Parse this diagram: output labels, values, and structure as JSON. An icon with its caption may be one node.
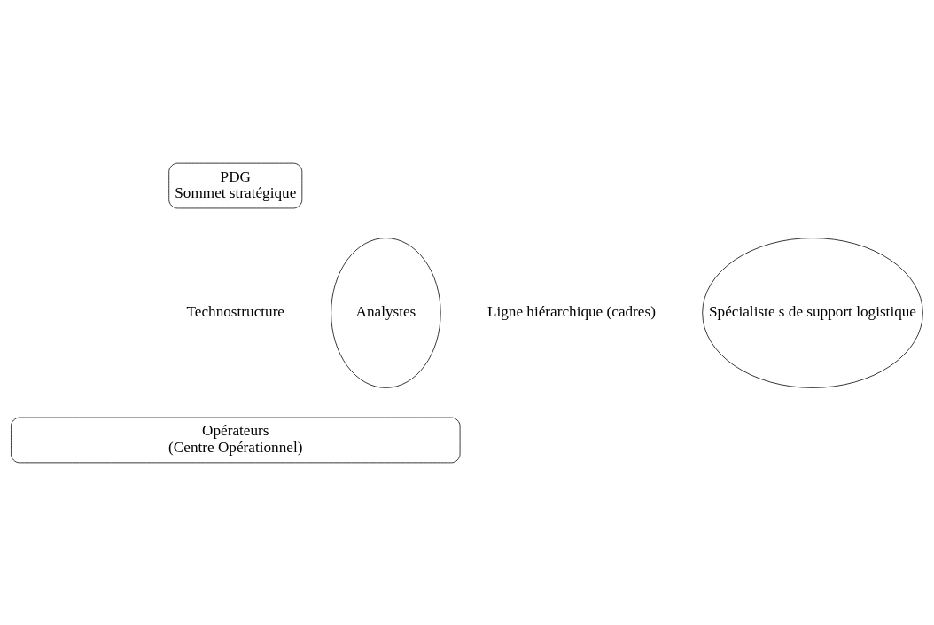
{
  "diagram": {
    "nodes": [
      {
        "text": [
          "PDG",
          "Sommet stratégique"
        ]
      },
      {
        "text": [
          "Analystes"
        ],
        "beside": [
          "Technostructure"
        ]
      },
      {
        "text": [
          "Spécialiste s de support logistique"
        ]
      },
      {
        "text": [
          "Opérateurs",
          "(Centre Opérationnel)"
        ]
      }
    ],
    "edges": [],
    "labels": [
      "Ligne hiérarchique (cadres)"
    ]
  }
}
